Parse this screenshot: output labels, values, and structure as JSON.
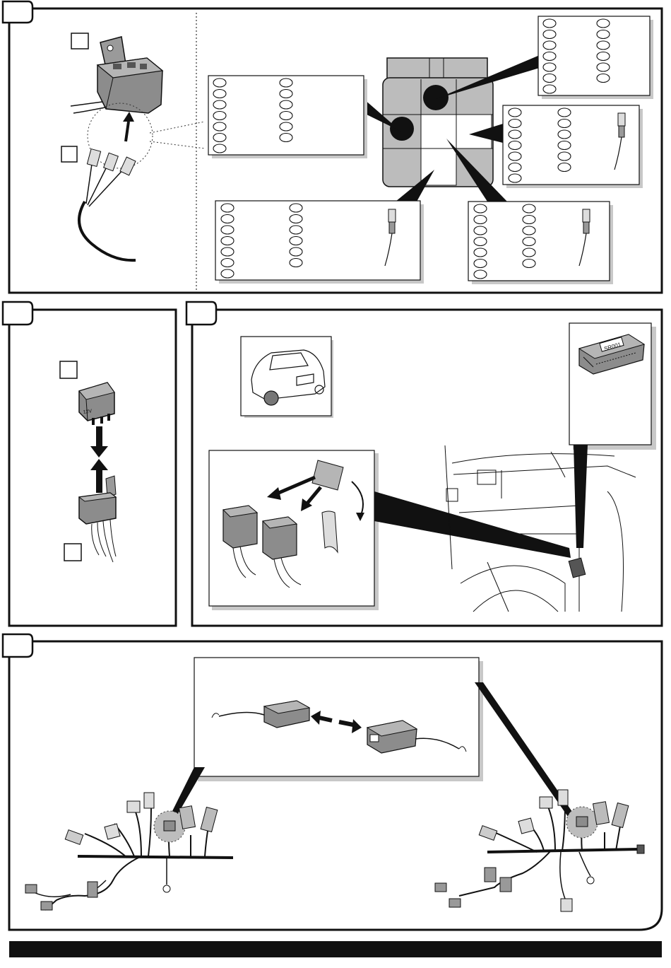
{
  "callout_label_counts": {
    "fusebox_top_left": [
      7,
      6
    ],
    "fusebox_top_right": [
      7,
      6
    ],
    "fusebox_right": [
      7,
      6
    ],
    "fusebox_bottom_left": [
      7,
      6
    ],
    "fusebox_bottom_right": [
      7,
      6
    ]
  },
  "relay_label": "12V",
  "control_module_label": "SR001",
  "colors": {
    "ink": "#111111",
    "panel_fill": "#ffffff",
    "part_gray": "#8c8c8c",
    "light_gray": "#b5b5b5",
    "shadow": "#c8c8c8",
    "footer_bar": "#111111",
    "highlight_circle": "#bdbdbd"
  },
  "icons": [
    "relay-icon",
    "relay-socket-icon",
    "wire-terminal-icon",
    "fuse-box-icon",
    "car-icon",
    "control-module-icon",
    "connector-plug-icon",
    "wiring-harness-icon",
    "arrow-icon"
  ]
}
